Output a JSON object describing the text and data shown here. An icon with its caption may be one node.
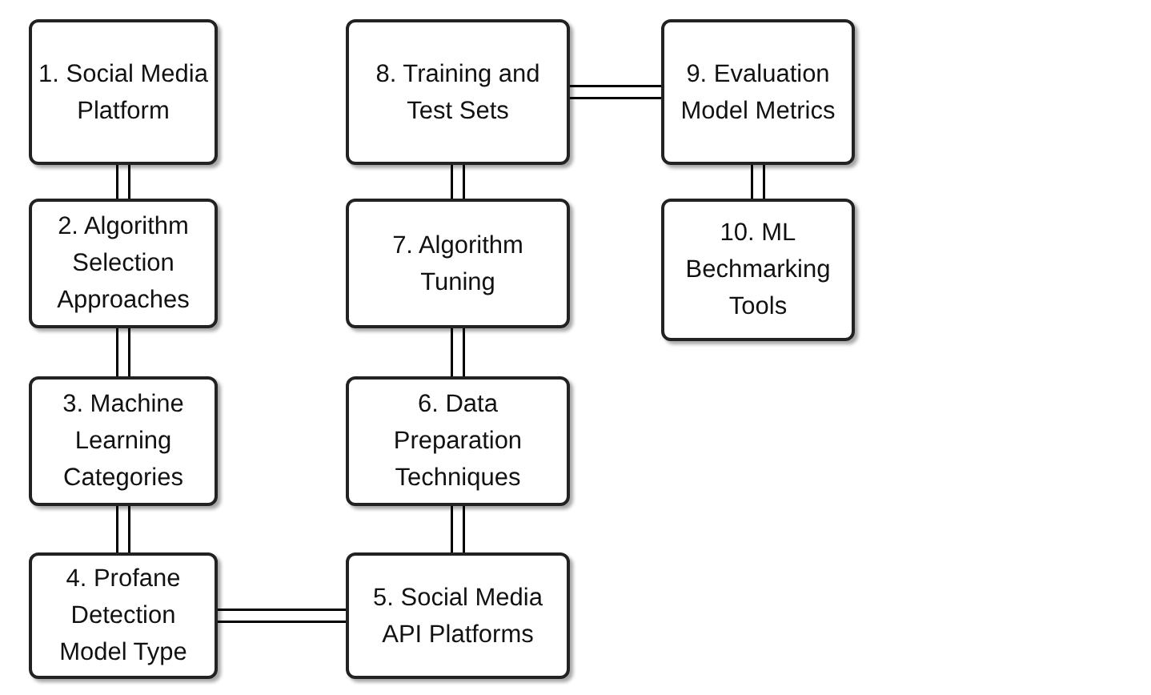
{
  "diagram": {
    "nodes": [
      {
        "text": [
          "1. Social Media Platform"
        ]
      },
      {
        "text": [
          "2. Algorithm Selection Approaches"
        ]
      },
      {
        "text": [
          "3. Machine Learning Categories"
        ]
      },
      {
        "text": [
          "4. Profane Detection Model Type"
        ]
      },
      {
        "text": [
          "5. Social Media API Platforms"
        ]
      },
      {
        "text": [
          "6. Data Preparation Techniques"
        ]
      },
      {
        "text": [
          "7. Algorithm Tuning"
        ]
      },
      {
        "text": [
          "8. Training and Test Sets"
        ]
      },
      {
        "text": [
          "9. Evaluation Model Metrics"
        ]
      },
      {
        "text": [
          "10. ML Bechmarking Tools"
        ]
      }
    ],
    "edges": [
      {
        "from": 0,
        "to": 1,
        "arrow": "none"
      },
      {
        "from": 1,
        "to": 2,
        "arrow": "none"
      },
      {
        "from": 2,
        "to": 3,
        "arrow": "none"
      },
      {
        "from": 3,
        "to": 4,
        "arrow": "none"
      },
      {
        "from": 4,
        "to": 5,
        "arrow": "none"
      },
      {
        "from": 5,
        "to": 6,
        "arrow": "none"
      },
      {
        "from": 6,
        "to": 7,
        "arrow": "none"
      },
      {
        "from": 7,
        "to": 8,
        "arrow": "none"
      },
      {
        "from": 8,
        "to": 9,
        "arrow": "none"
      }
    ]
  }
}
